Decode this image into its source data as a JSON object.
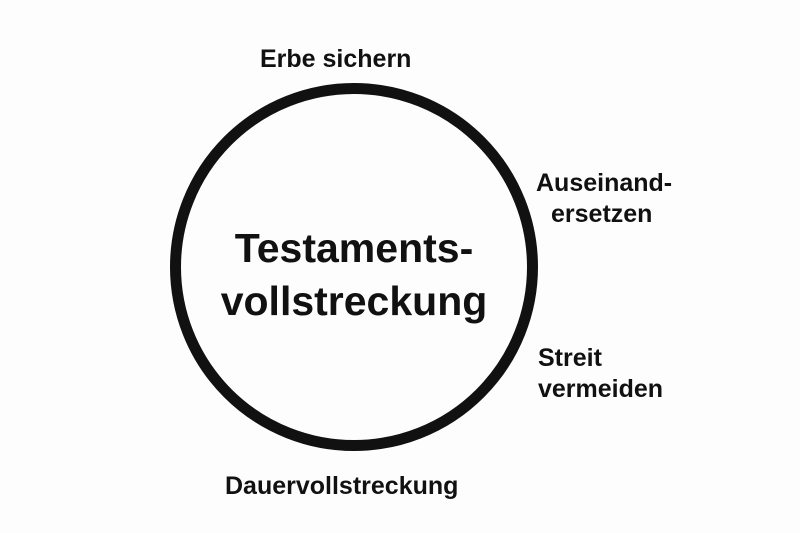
{
  "center_title": {
    "line1": "Testaments-",
    "line2": "vollstreckung"
  },
  "labels": {
    "top": "Erbe sichern",
    "right_upper": {
      "line1": "Auseinand-",
      "line2": "ersetzen"
    },
    "right_lower": {
      "line1": "Streit",
      "line2": "vermeiden"
    },
    "bottom": "Dauervollstreckung"
  },
  "colors": {
    "stroke": "#111111",
    "background": "#fdfdfd"
  }
}
